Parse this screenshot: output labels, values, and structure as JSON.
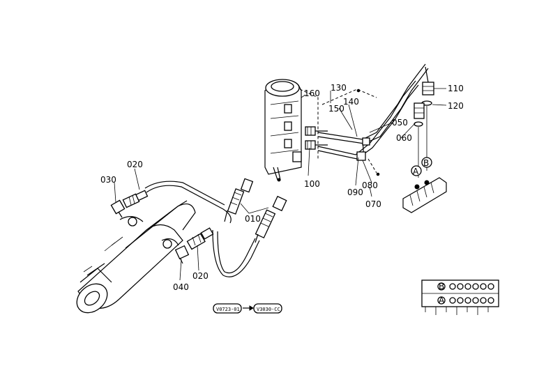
{
  "labels": {
    "p010": "010",
    "p020a": "020",
    "p020b": "020",
    "p030": "030",
    "p040": "040",
    "p050": "050",
    "p060": "060",
    "p070": "070",
    "p080": "080",
    "p090": "090",
    "p100": "100",
    "p110": "110",
    "p120": "120",
    "p130": "130",
    "p140": "140",
    "p150": "150",
    "p160": "160"
  },
  "callouts": {
    "a": "A",
    "b": "B"
  },
  "serial": {
    "from": "V0723-01",
    "to": "V3030-CC"
  }
}
